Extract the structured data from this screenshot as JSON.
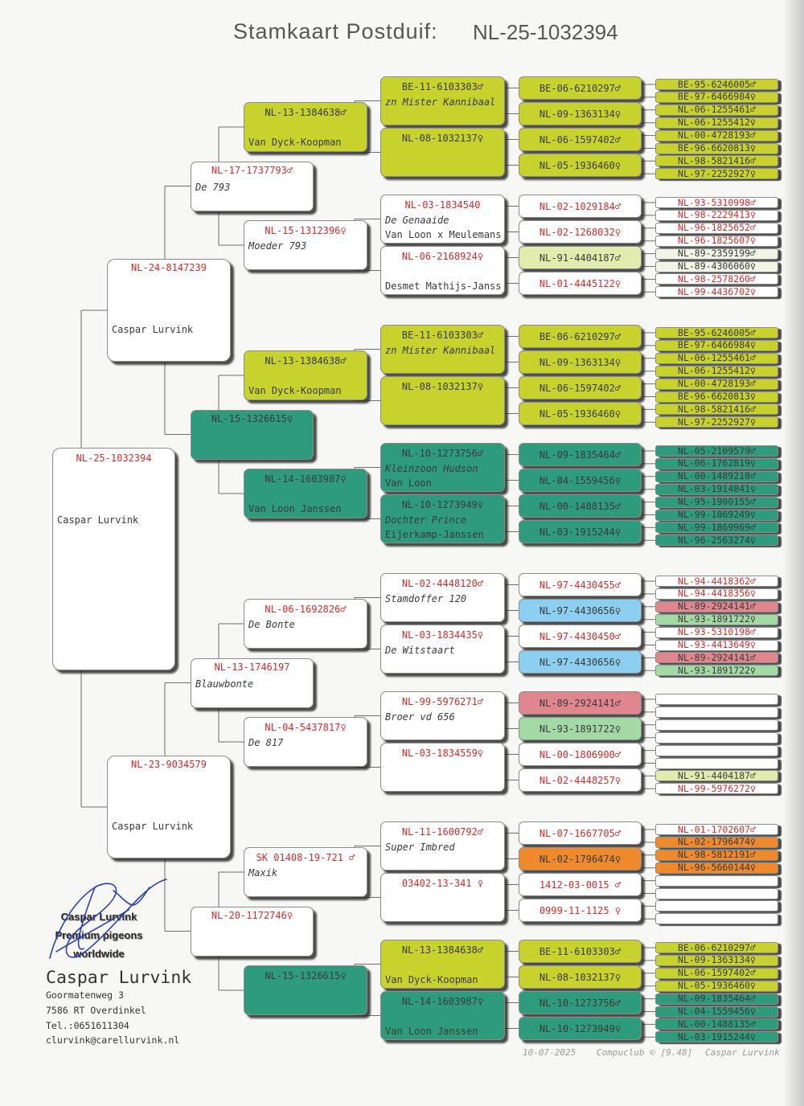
{
  "title": {
    "label": "Stamkaart Postduif:",
    "ring": "NL-25-1032394"
  },
  "colors": {
    "white": "#ffffff",
    "yellow": "#c8d22c",
    "teal": "#2f9b7d",
    "lightyellow": "#e2ecae",
    "pale": "#f2f4e6",
    "blue": "#8ccff0",
    "pink": "#e0868f",
    "green": "#a3d9a5",
    "orange": "#ee8a2b"
  },
  "text_colors": {
    "ring_on_white": "#d42b2b",
    "dark": "#3a3a3a"
  },
  "pedigree": {
    "gen1": [
      {
        "ring": "NL-25-1032394",
        "breeder": "Caspar Lurvink",
        "color": "white"
      }
    ],
    "gen2": [
      {
        "ring": "NL-24-8147239",
        "breeder": "Caspar Lurvink",
        "color": "white"
      },
      {
        "ring": "NL-23-9034579",
        "breeder": "Caspar Lurvink",
        "color": "white"
      }
    ],
    "gen3": [
      {
        "ring": "NL-17-1737793♂",
        "name": "De 793",
        "color": "white"
      },
      {
        "ring": "NL-15-1326615♀",
        "color": "teal"
      },
      {
        "ring": "NL-13-1746197",
        "name": "Blauwbonte",
        "color": "white"
      },
      {
        "ring": "NL-20-1172746♀",
        "color": "white"
      }
    ],
    "gen4": [
      {
        "ring": "NL-13-1384638♂",
        "strain": "Van Dyck-Koopman",
        "color": "yellow"
      },
      {
        "ring": "NL-15-1312396♀",
        "name": "Moeder 793",
        "color": "white"
      },
      {
        "ring": "NL-13-1384638♂",
        "strain": "Van Dyck-Koopman",
        "color": "yellow"
      },
      {
        "ring": "NL-14-1603987♀",
        "strain": "Van Loon Janssen",
        "color": "teal"
      },
      {
        "ring": "NL-06-1692826♂",
        "name": "De Bonte",
        "color": "white"
      },
      {
        "ring": "NL-04-5437817♀",
        "name": "De 817",
        "color": "white"
      },
      {
        "ring": "SK  01408-19-721 ♂",
        "name": "Maxik",
        "color": "white"
      },
      {
        "ring": "NL-15-1326615♀",
        "color": "teal"
      }
    ],
    "gen5": [
      {
        "ring": "BE-11-6103303♂",
        "name": "zn Mister Kannibaal",
        "color": "yellow"
      },
      {
        "ring": "NL-08-1032137♀",
        "color": "yellow"
      },
      {
        "ring": "NL-03-1834540",
        "name": "De Genaaide",
        "strain": "Van Loon x Meulemans",
        "color": "white"
      },
      {
        "ring": "NL-06-2168924♀",
        "strain": "Desmet Mathijs-Janss",
        "color": "white"
      },
      {
        "ring": "BE-11-6103303♂",
        "name": "zn Mister Kannibaal",
        "color": "yellow"
      },
      {
        "ring": "NL-08-1032137♀",
        "color": "yellow"
      },
      {
        "ring": "NL-10-1273756♂",
        "name": "Kleinzoon Hudson",
        "strain": "Van Loon",
        "color": "teal"
      },
      {
        "ring": "NL-10-1273949♀",
        "name": "Dochter Prince",
        "strain": "Eijerkamp-Janssen",
        "color": "teal"
      },
      {
        "ring": "NL-02-4448120♂",
        "name": "Stamdoffer 120",
        "color": "white"
      },
      {
        "ring": "NL-03-1834435♀",
        "name": "De Witstaart",
        "color": "white"
      },
      {
        "ring": "NL-99-5976271♂",
        "name": "Broer vd 656",
        "color": "white"
      },
      {
        "ring": "NL-03-1834559♀",
        "color": "white"
      },
      {
        "ring": "NL-11-1600792♂",
        "name": "Super Imbred",
        "color": "white"
      },
      {
        "ring": "03402-13-341 ♀",
        "color": "white"
      },
      {
        "ring": "NL-13-1384638♂",
        "strain": "Van Dyck-Koopman",
        "color": "yellow"
      },
      {
        "ring": "NL-14-1603987♀",
        "strain": "Van Loon Janssen",
        "color": "teal"
      }
    ],
    "gen6": [
      {
        "ring": "BE-06-6210297♂",
        "color": "yellow"
      },
      {
        "ring": "NL-09-1363134♀",
        "color": "yellow"
      },
      {
        "ring": "NL-06-1597402♂",
        "color": "yellow"
      },
      {
        "ring": "NL-05-1936460♀",
        "color": "yellow"
      },
      {
        "ring": "NL-02-1029184♂",
        "color": "white"
      },
      {
        "ring": "NL-02-1268032♀",
        "color": "white"
      },
      {
        "ring": "NL-91-4404187♂",
        "color": "lightyellow"
      },
      {
        "ring": "NL-01-4445122♀",
        "color": "white"
      },
      {
        "ring": "BE-06-6210297♂",
        "color": "yellow"
      },
      {
        "ring": "NL-09-1363134♀",
        "color": "yellow"
      },
      {
        "ring": "NL-06-1597402♂",
        "color": "yellow"
      },
      {
        "ring": "NL-05-1936460♀",
        "color": "yellow"
      },
      {
        "ring": "NL-09-1835464♂",
        "color": "teal"
      },
      {
        "ring": "NL-04-1559456♀",
        "color": "teal"
      },
      {
        "ring": "NL-00-1488135♂",
        "color": "teal"
      },
      {
        "ring": "NL-03-1915244♀",
        "color": "teal"
      },
      {
        "ring": "NL-97-4430455♂",
        "color": "white"
      },
      {
        "ring": "NL-97-4430656♀",
        "color": "blue"
      },
      {
        "ring": "NL-97-4430450♂",
        "color": "white"
      },
      {
        "ring": "NL-97-4430656♀",
        "color": "blue"
      },
      {
        "ring": "NL-89-2924141♂",
        "color": "pink"
      },
      {
        "ring": "NL-93-1891722♀",
        "color": "green"
      },
      {
        "ring": "NL-00-1806900♂",
        "color": "white"
      },
      {
        "ring": "NL-02-4448257♀",
        "color": "white"
      },
      {
        "ring": "NL-07-1667705♂",
        "color": "white"
      },
      {
        "ring": "NL-02-1796474♀",
        "color": "orange"
      },
      {
        "ring": "1412-03-0015 ♂",
        "color": "white"
      },
      {
        "ring": "0999-11-1125 ♀",
        "color": "white"
      },
      {
        "ring": "BE-11-6103303♂",
        "color": "yellow"
      },
      {
        "ring": "NL-08-1032137♀",
        "color": "yellow"
      },
      {
        "ring": "NL-10-1273756♂",
        "color": "teal"
      },
      {
        "ring": "NL-10-1273949♀",
        "color": "teal"
      }
    ],
    "gen7": [
      {
        "ring": "BE-95-6246005♂",
        "color": "yellow"
      },
      {
        "ring": "BE-97-6466984♀",
        "color": "yellow"
      },
      {
        "ring": "NL-06-1255461♂",
        "color": "yellow"
      },
      {
        "ring": "NL-06-1255412♀",
        "color": "yellow"
      },
      {
        "ring": "NL-00-4728193♂",
        "color": "yellow"
      },
      {
        "ring": "BE-96-6620813♀",
        "color": "yellow"
      },
      {
        "ring": "NL-98-5821416♂",
        "color": "yellow"
      },
      {
        "ring": "NL-97-2252927♀",
        "color": "yellow"
      },
      {
        "ring": "NL-93-5310998♂",
        "color": "white"
      },
      {
        "ring": "NL-98-2229413♀",
        "color": "white"
      },
      {
        "ring": "NL-96-1825652♂",
        "color": "white"
      },
      {
        "ring": "NL-96-1825607♀",
        "color": "white"
      },
      {
        "ring": "NL-89-2359199♂",
        "color": "pale"
      },
      {
        "ring": "NL-89-4306060♀",
        "color": "pale"
      },
      {
        "ring": "NL-98-2578260♂",
        "color": "white"
      },
      {
        "ring": "NL-99-4436702♀",
        "color": "white"
      },
      {
        "ring": "BE-95-6246005♂",
        "color": "yellow"
      },
      {
        "ring": "BE-97-6466984♀",
        "color": "yellow"
      },
      {
        "ring": "NL-06-1255461♂",
        "color": "yellow"
      },
      {
        "ring": "NL-06-1255412♀",
        "color": "yellow"
      },
      {
        "ring": "NL-00-4728193♂",
        "color": "yellow"
      },
      {
        "ring": "BE-96-6620813♀",
        "color": "yellow"
      },
      {
        "ring": "NL-98-5821416♂",
        "color": "yellow"
      },
      {
        "ring": "NL-97-2252927♀",
        "color": "yellow"
      },
      {
        "ring": "NL-05-2109579♂",
        "color": "teal"
      },
      {
        "ring": "NL-06-1762819♀",
        "color": "teal"
      },
      {
        "ring": "NL-00-1489218♂",
        "color": "teal"
      },
      {
        "ring": "NL-03-1914841♀",
        "color": "teal"
      },
      {
        "ring": "NL-95-1900155♂",
        "color": "teal"
      },
      {
        "ring": "NL-99-1869249♀",
        "color": "teal"
      },
      {
        "ring": "NL-99-1869969♂",
        "color": "teal"
      },
      {
        "ring": "NL-96-2563274♀",
        "color": "teal"
      },
      {
        "ring": "NL-94-4418362♂",
        "color": "white"
      },
      {
        "ring": "NL-94-4418356♀",
        "color": "white"
      },
      {
        "ring": "NL-89-2924141♂",
        "color": "pink"
      },
      {
        "ring": "NL-93-1891722♀",
        "color": "green"
      },
      {
        "ring": "NL-93-5310198♂",
        "color": "white"
      },
      {
        "ring": "NL-93-4413649♀",
        "color": "white"
      },
      {
        "ring": "NL-89-2924141♂",
        "color": "pink"
      },
      {
        "ring": "NL-93-1891722♀",
        "color": "green"
      },
      {
        "ring": "",
        "color": "white"
      },
      {
        "ring": "",
        "color": "white"
      },
      {
        "ring": "",
        "color": "white"
      },
      {
        "ring": "",
        "color": "white"
      },
      {
        "ring": "",
        "color": "white"
      },
      {
        "ring": "",
        "color": "white"
      },
      {
        "ring": "NL-91-4404187♂",
        "color": "lightyellow"
      },
      {
        "ring": "NL-99-5976272♀",
        "color": "white"
      },
      {
        "ring": "NL-01-1702607♂",
        "color": "white"
      },
      {
        "ring": "NL-02-1796474♀",
        "color": "orange"
      },
      {
        "ring": "NL-98-5812191♂",
        "color": "orange"
      },
      {
        "ring": "NL-96-5660144♀",
        "color": "orange"
      },
      {
        "ring": "",
        "color": "white"
      },
      {
        "ring": "",
        "color": "white"
      },
      {
        "ring": "",
        "color": "white"
      },
      {
        "ring": "",
        "color": "white"
      },
      {
        "ring": "BE-06-6210297♂",
        "color": "yellow"
      },
      {
        "ring": "NL-09-1363134♀",
        "color": "yellow"
      },
      {
        "ring": "NL-06-1597402♂",
        "color": "yellow"
      },
      {
        "ring": "NL-05-1936460♀",
        "color": "yellow"
      },
      {
        "ring": "NL-09-1835464♂",
        "color": "teal"
      },
      {
        "ring": "NL-04-1559456♀",
        "color": "teal"
      },
      {
        "ring": "NL-00-1488135♂",
        "color": "teal"
      },
      {
        "ring": "NL-03-1915244♀",
        "color": "teal"
      }
    ]
  },
  "owner": {
    "stamp": [
      "Caspar Lurvink",
      "Premium pigeons",
      "worldwide"
    ],
    "name": "Caspar Lurvink",
    "address": "Goormatenweg 3",
    "postcode_city": "7586 RT  Overdinkel",
    "phone": "Tel.:0651611304",
    "email": "clurvink@carellurvink.nl"
  },
  "footer": {
    "date": "10-07-2025",
    "software": "Compuclub © [9.48]",
    "name": "Caspar Lurvink"
  }
}
